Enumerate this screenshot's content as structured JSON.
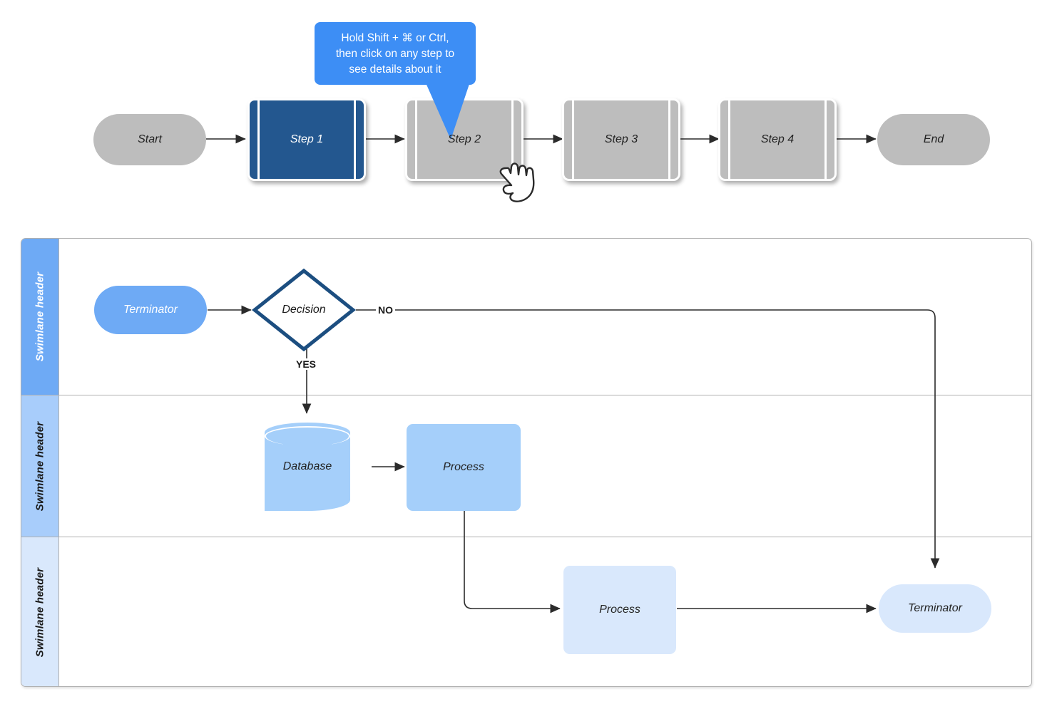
{
  "page": {
    "clipped_top_text": "",
    "canvas_bg": "#ffffff"
  },
  "colors": {
    "step_gray": "#bdbdbd",
    "step_selected_blue": "#23578f",
    "tooltip_blue": "#3d8ef5",
    "lane1_header": "#6eaaf5",
    "lane2_header": "#a8cdfb",
    "lane3_header": "#d9e8fc",
    "terminator_blue": "#6eaaf5",
    "database_blue": "#a5cffa",
    "process_blue": "#a5cffa",
    "process_light_blue": "#d9e8fc",
    "decision_border": "#1c4e80",
    "connector": "#2b2b2b",
    "lane_border": "#b0b0b0"
  },
  "tooltip": {
    "name": "shift-click-hint",
    "lines": [
      "Hold Shift + ⌘ or Ctrl,",
      "then click on any step to",
      "see details about it"
    ],
    "text": "Hold Shift + ⌘ or Ctrl, then click on any step to see details about it"
  },
  "flow": {
    "name": "top-step-flow",
    "nodes": [
      {
        "id": "start",
        "label": "Start",
        "type": "terminator",
        "state": "default"
      },
      {
        "id": "step1",
        "label": "Step 1",
        "type": "process",
        "state": "selected"
      },
      {
        "id": "step2",
        "label": "Step 2",
        "type": "process",
        "state": "hovered"
      },
      {
        "id": "step3",
        "label": "Step 3",
        "type": "process",
        "state": "default"
      },
      {
        "id": "step4",
        "label": "Step 4",
        "type": "process",
        "state": "default"
      },
      {
        "id": "end",
        "label": "End",
        "type": "terminator",
        "state": "default"
      }
    ],
    "edges": [
      {
        "from": "start",
        "to": "step1",
        "label": ""
      },
      {
        "from": "step1",
        "to": "step2",
        "label": ""
      },
      {
        "from": "step2",
        "to": "step3",
        "label": ""
      },
      {
        "from": "step3",
        "to": "step4",
        "label": ""
      },
      {
        "from": "step4",
        "to": "end",
        "label": ""
      }
    ],
    "cursor": {
      "name": "pointing-hand-cursor",
      "over_node": "step2"
    }
  },
  "pool": {
    "name": "swimlane-pool",
    "lanes": [
      {
        "id": "lane1",
        "header": "Swimlane header",
        "header_text_color": "#ffffff"
      },
      {
        "id": "lane2",
        "header": "Swimlane header",
        "header_text_color": "#1a1a1a"
      },
      {
        "id": "lane3",
        "header": "Swimlane header",
        "header_text_color": "#1a1a1a"
      }
    ],
    "shapes": [
      {
        "id": "terminator_start",
        "lane": "lane1",
        "label": "Terminator",
        "type": "terminator",
        "fill": "#6eaaf5",
        "text_color": "#ffffff"
      },
      {
        "id": "decision",
        "lane": "lane1",
        "label": "Decision",
        "type": "decision",
        "fill": "#ffffff",
        "text_color": "#1a1a1a"
      },
      {
        "id": "database",
        "lane": "lane2",
        "label": "Database",
        "type": "database",
        "fill": "#a5cffa",
        "text_color": "#222222"
      },
      {
        "id": "process_mid",
        "lane": "lane2",
        "label": "Process",
        "type": "process",
        "fill": "#a5cffa",
        "text_color": "#222222"
      },
      {
        "id": "process_bottom",
        "lane": "lane3",
        "label": "Process",
        "type": "process",
        "fill": "#d9e8fc",
        "text_color": "#222222"
      },
      {
        "id": "terminator_end",
        "lane": "lane3",
        "label": "Terminator",
        "type": "terminator",
        "fill": "#d9e8fc",
        "text_color": "#222222"
      }
    ],
    "edges": [
      {
        "from": "terminator_start",
        "to": "decision",
        "label": ""
      },
      {
        "from": "decision",
        "to": "database",
        "label": "YES"
      },
      {
        "from": "decision",
        "to": "terminator_end",
        "label": "NO"
      },
      {
        "from": "database",
        "to": "process_mid",
        "label": ""
      },
      {
        "from": "process_mid",
        "to": "process_bottom",
        "label": ""
      },
      {
        "from": "process_bottom",
        "to": "terminator_end",
        "label": ""
      }
    ],
    "edge_labels": {
      "yes": "YES",
      "no": "NO"
    }
  }
}
